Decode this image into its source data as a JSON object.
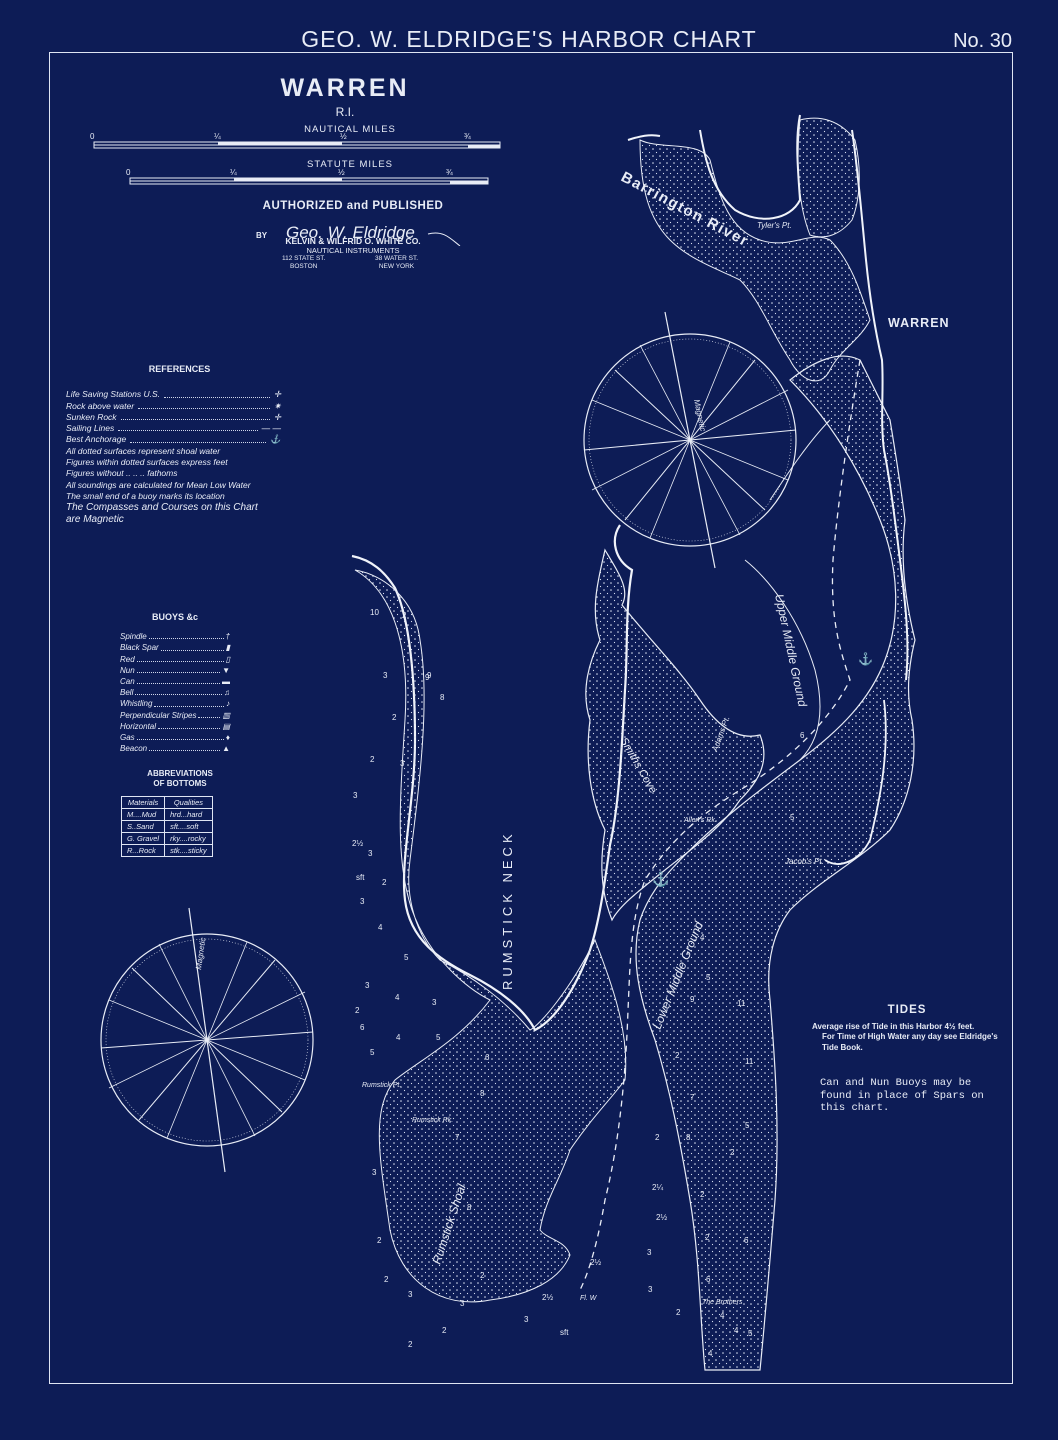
{
  "header": {
    "title": "GEO. W. ELDRIDGE'S HARBOR CHART",
    "number": "No. 30"
  },
  "title_block": {
    "name": "WARREN",
    "state": "R.I.",
    "nautical_label": "NAUTICAL MILES",
    "statute_label": "STATUTE MILES",
    "nautical_ticks": [
      "0",
      "¼",
      "½",
      "¾"
    ],
    "statute_ticks": [
      "0",
      "¼",
      "½",
      "¾"
    ]
  },
  "publisher": {
    "authorized": "AUTHORIZED and PUBLISHED",
    "by": "BY",
    "signature": "Geo. W. Eldridge",
    "company": "KELVIN & WILFRID O. WHITE CO.",
    "subtitle": "NAUTICAL INSTRUMENTS",
    "addr_left": [
      "112 STATE ST.",
      "BOSTON"
    ],
    "addr_right": [
      "38 WATER ST.",
      "NEW YORK"
    ]
  },
  "references": {
    "heading": "REFERENCES",
    "rows": [
      {
        "label": "Life Saving Stations U.S.",
        "sym": "✛"
      },
      {
        "label": "Rock above water",
        "sym": "✷"
      },
      {
        "label": "Sunken Rock",
        "sym": "✛"
      },
      {
        "label": "Sailing Lines",
        "sym": "— —"
      },
      {
        "label": "Best Anchorage",
        "sym": "⚓"
      }
    ],
    "notes": [
      "All dotted surfaces represent shoal water",
      "Figures within dotted surfaces express feet",
      "Figures without   ..   ..   ..   fathoms",
      "All soundings are calculated for Mean Low Water",
      "The small end of a buoy marks its location"
    ],
    "compass_note": "The Compasses and Courses on this Chart",
    "compass_note2": "are Magnetic"
  },
  "buoys": {
    "heading": "BUOYS &c",
    "items": [
      "Spindle",
      "Black Spar",
      "Red",
      "Nun",
      "Can",
      "Bell",
      "Whistling",
      "Perpendicular Stripes",
      "Horizontal",
      "Gas",
      "Beacon"
    ]
  },
  "abbreviations": {
    "heading": "ABBREVIATIONS",
    "heading2": "OF BOTTOMS",
    "columns": [
      "Materials",
      "Qualities"
    ],
    "rows": [
      [
        "M....Mud",
        "hrd...hard"
      ],
      [
        "S..Sand",
        "sft....soft"
      ],
      [
        "G. Gravel",
        "rky....rocky"
      ],
      [
        "R...Rock",
        "stk....sticky"
      ]
    ]
  },
  "tides": {
    "heading": "TIDES",
    "line1": "Average rise of Tide in this Harbor  4½  feet.",
    "line2": "For Time of High Water any day see Eldridge's Tide Book."
  },
  "note": "Can and Nun Buoys may be found in place of Spars on this chart.",
  "places": {
    "warren": "WARREN",
    "barrington_river": "Barrington River",
    "rumstick_neck": "RUMSTICK NECK",
    "upper_middle_ground": "Upper Middle Ground",
    "lower_middle_ground": "Lower Middle Ground",
    "smiths_cove": "Smiths Cove",
    "rumstick_shoal": "Rumstick Shoal",
    "tylers_pt": "Tyler's Pt.",
    "adams_pt": "Adams Pt.",
    "jacobs_pt": "Jacob's Pt.",
    "the_brothers": "The Brothers",
    "rumstick_rk": "Rumstick Rk.",
    "rumstick_pt": "Rumstick Pt.",
    "allens_rk": "Allen's Rk.",
    "fl_w": "Fl. W",
    "magnetic": "Magnetic"
  },
  "soundings": [
    "10",
    "2",
    "3",
    "9",
    "2",
    "3",
    "2",
    "3",
    "2½",
    "3",
    "sft",
    "2",
    "3",
    "4",
    "5",
    "9",
    "8",
    "3",
    "3",
    "4",
    "2",
    "5",
    "6",
    "4",
    "5",
    "6",
    "8",
    "7",
    "3",
    "2",
    "2",
    "3",
    "8",
    "2",
    "3",
    "3",
    "2",
    "2",
    "sft",
    "2",
    "7",
    "8",
    "5",
    "6",
    "2",
    "4",
    "2",
    "6",
    "2",
    "11",
    "9",
    "5",
    "4",
    "11",
    "5",
    "6",
    "2½",
    "2½",
    "2¼",
    "2½",
    "2",
    "2",
    "3",
    "3",
    "4",
    "5",
    "4"
  ]
}
